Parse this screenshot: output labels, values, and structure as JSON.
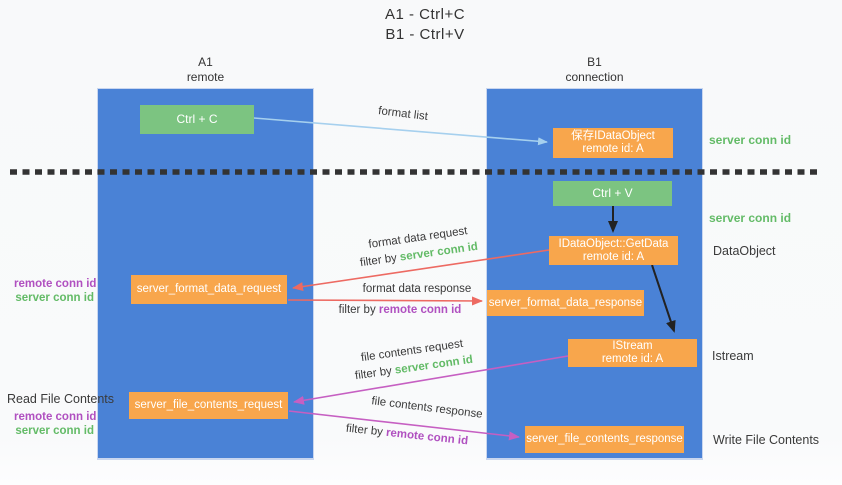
{
  "title": {
    "line1": "A1 - Ctrl+C",
    "line2": "B1 - Ctrl+V"
  },
  "lanes": {
    "a1": {
      "name": "A1",
      "subtitle": "remote"
    },
    "b1": {
      "name": "B1",
      "subtitle": "connection"
    }
  },
  "nodes": {
    "ctrl_c": "Ctrl + C",
    "ctrl_v": "Ctrl + V",
    "save_dataobject": {
      "line1": "保存IDataObject",
      "line2": "remote id: A"
    },
    "getdata": {
      "line1": "IDataObject::GetData",
      "line2": "remote id: A"
    },
    "istream": {
      "line1": "IStream",
      "line2": "remote id: A"
    },
    "format_request": "server_format_data_request",
    "format_response": "server_format_data_response",
    "file_request": "server_file_contents_request",
    "file_response": "server_file_contents_response"
  },
  "edge_labels": {
    "format_list": "format list",
    "format_data_request": "format data request",
    "format_data_response": "format data response",
    "file_contents_request": "file contents request",
    "file_contents_response": "file contents response",
    "filter_by": "filter by ",
    "server_conn_id": "server conn id",
    "remote_conn_id": "remote conn id"
  },
  "side_labels": {
    "server_conn_id_top": "server conn id",
    "server_conn_id_mid": "server conn id",
    "dataobject": "DataObject",
    "istream": "Istream",
    "write_file_contents": "Write File Contents",
    "read_file_contents": "Read File Contents",
    "remote_conn_id_upper": "remote conn id",
    "server_conn_id_upper": "server conn id",
    "remote_conn_id_lower": "remote conn id",
    "server_conn_id_lower": "server conn id"
  },
  "colors": {
    "lane_blue": "#4a82d6",
    "box_orange": "#f8a64c",
    "box_green": "#7cc481",
    "green_text": "#63bb67",
    "purple_text": "#b050c0",
    "red_arrow": "#ed6a62",
    "magenta_arrow": "#c65fc2",
    "light_blue_arrow": "#a6d0ee",
    "black_arrow": "#222222",
    "dotted_line": "#333333"
  }
}
